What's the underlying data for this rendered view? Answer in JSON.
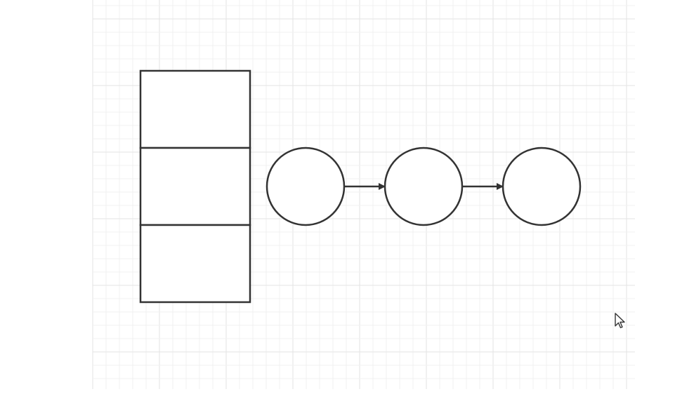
{
  "canvas": {
    "background": "#ffffff",
    "grid_minor_color": "#f1f1f1",
    "grid_major_color": "#e3e3e3",
    "grid_visible": true
  },
  "diagram": {
    "stroke_color": "#333333",
    "fill_color": "#ffffff",
    "stack": {
      "cells": [
        "",
        "",
        ""
      ]
    },
    "chain": {
      "nodes": [
        "",
        "",
        ""
      ],
      "connectors": [
        {
          "from": 0,
          "to": 1
        },
        {
          "from": 1,
          "to": 2
        }
      ]
    }
  },
  "pointer": {
    "icon": "mouse-pointer-icon"
  }
}
